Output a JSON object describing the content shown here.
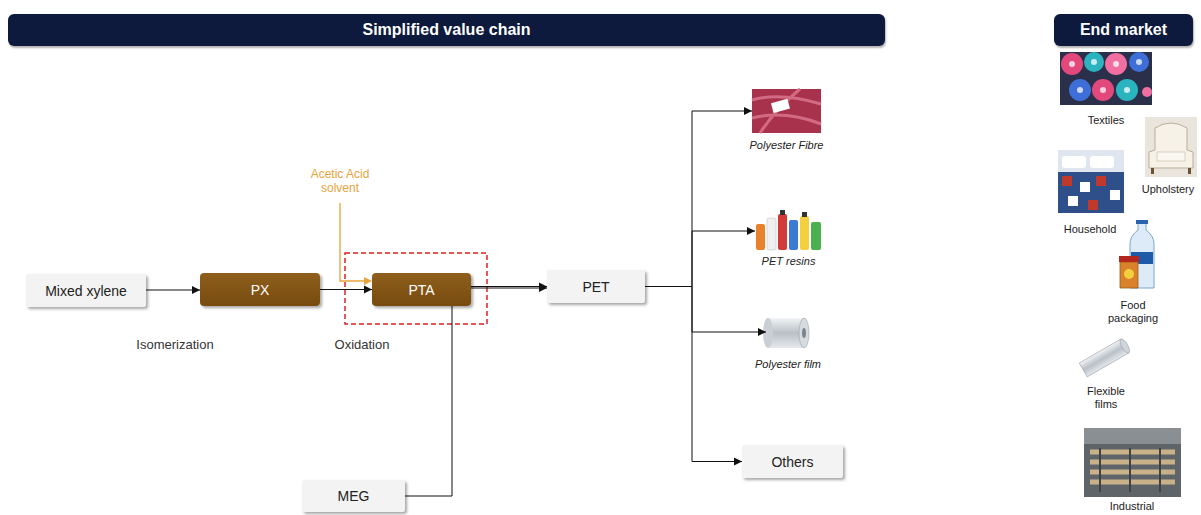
{
  "diagram": {
    "title": "Simplified value chain",
    "nodes": [
      {
        "text": [
          "Mixed xylene"
        ]
      },
      {
        "text": [
          "PX"
        ]
      },
      {
        "text": [
          "PTA"
        ]
      },
      {
        "text": [
          "PET"
        ]
      },
      {
        "text": [
          "Polyester Fibre"
        ]
      },
      {
        "text": [
          "PET resins"
        ]
      },
      {
        "text": [
          "Polyester film"
        ]
      },
      {
        "text": [
          "Others"
        ]
      },
      {
        "text": [
          "MEG"
        ]
      },
      {
        "text": [
          "End market"
        ]
      }
    ],
    "edges": [
      {
        "from": 0,
        "to": 1,
        "arrow": "to"
      },
      {
        "from": 1,
        "to": 2,
        "arrow": "to"
      },
      {
        "from": 2,
        "to": 3,
        "arrow": "to"
      },
      {
        "from": 3,
        "to": 4,
        "arrow": "to"
      },
      {
        "from": 3,
        "to": 5,
        "arrow": "to"
      },
      {
        "from": 3,
        "to": 6,
        "arrow": "to"
      },
      {
        "from": 3,
        "to": 7,
        "arrow": "to"
      },
      {
        "from": 8,
        "to": 3,
        "arrow": "to"
      }
    ],
    "labels": [
      "Acetic Acid solvent",
      "Isomerization",
      "Oxidation",
      "Textiles",
      "Upholstery",
      "Household",
      "Food packaging",
      "Flexible films",
      "Industrial"
    ]
  }
}
